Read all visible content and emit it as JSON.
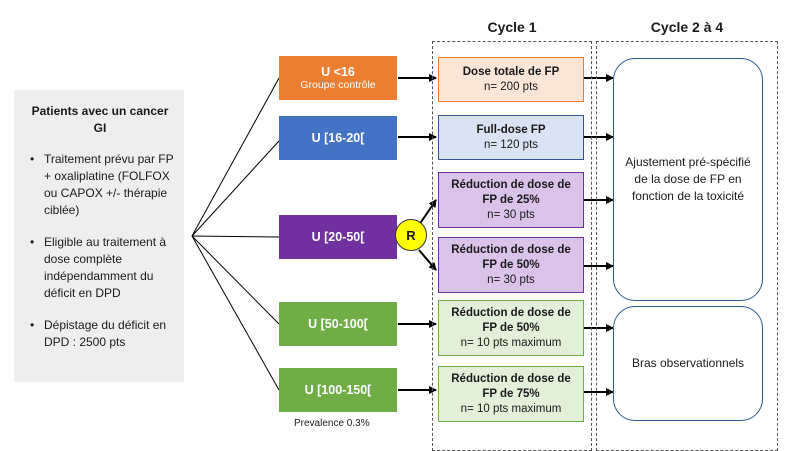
{
  "patients": {
    "title": "Patients avec un cancer GI",
    "bullets": [
      "Traitement prévu par FP + oxaliplatine (FOLFOX ou CAPOX +/- thérapie ciblée)",
      "Eligible au traitement à dose complète indépendamment du déficit en DPD",
      "Dépistage du déficit en DPD : 2500 pts"
    ]
  },
  "groups": [
    {
      "label": "U <16",
      "sub": "Groupe contrôle",
      "color": "#ed7d31"
    },
    {
      "label": "U [16-20[",
      "sub": "",
      "color": "#4472c4"
    },
    {
      "label": "U [20-50[",
      "sub": "",
      "color": "#7030a0"
    },
    {
      "label": "U [50-100[",
      "sub": "",
      "color": "#70ad47"
    },
    {
      "label": "U [100-150[",
      "sub": "",
      "color": "#70ad47"
    }
  ],
  "randomization": "R",
  "prevalence": "Prevalence 0.3%",
  "columns": {
    "cycle1": "Cycle 1",
    "cycle2_4": "Cycle 2 à 4"
  },
  "treatments": [
    {
      "title": "Dose totale de FP",
      "n": "n= 200 pts",
      "fill": "#fbe5d6",
      "border": "#ed7d31"
    },
    {
      "title": "Full-dose FP",
      "n": "n= 120 pts",
      "fill": "#dae3f3",
      "border": "#2f5597"
    },
    {
      "title": "Réduction de dose de FP de 25%",
      "n": "n= 30 pts",
      "fill": "#d9c3e9",
      "border": "#7030a0"
    },
    {
      "title": "Réduction de dose de FP de 50%",
      "n": "n= 30 pts",
      "fill": "#d9c3e9",
      "border": "#7030a0"
    },
    {
      "title": "Réduction de dose de FP de 50%",
      "n": "n= 10 pts maximum",
      "fill": "#e2f0d9",
      "border": "#70ad47"
    },
    {
      "title": "Réduction de dose de FP de 75%",
      "n": "n= 10 pts maximum",
      "fill": "#e2f0d9",
      "border": "#70ad47"
    }
  ],
  "outcomes": {
    "adjust": "Ajustement pré-spécifié de la dose de FP en fonction de la toxicité",
    "observational": "Bras observationnels"
  }
}
